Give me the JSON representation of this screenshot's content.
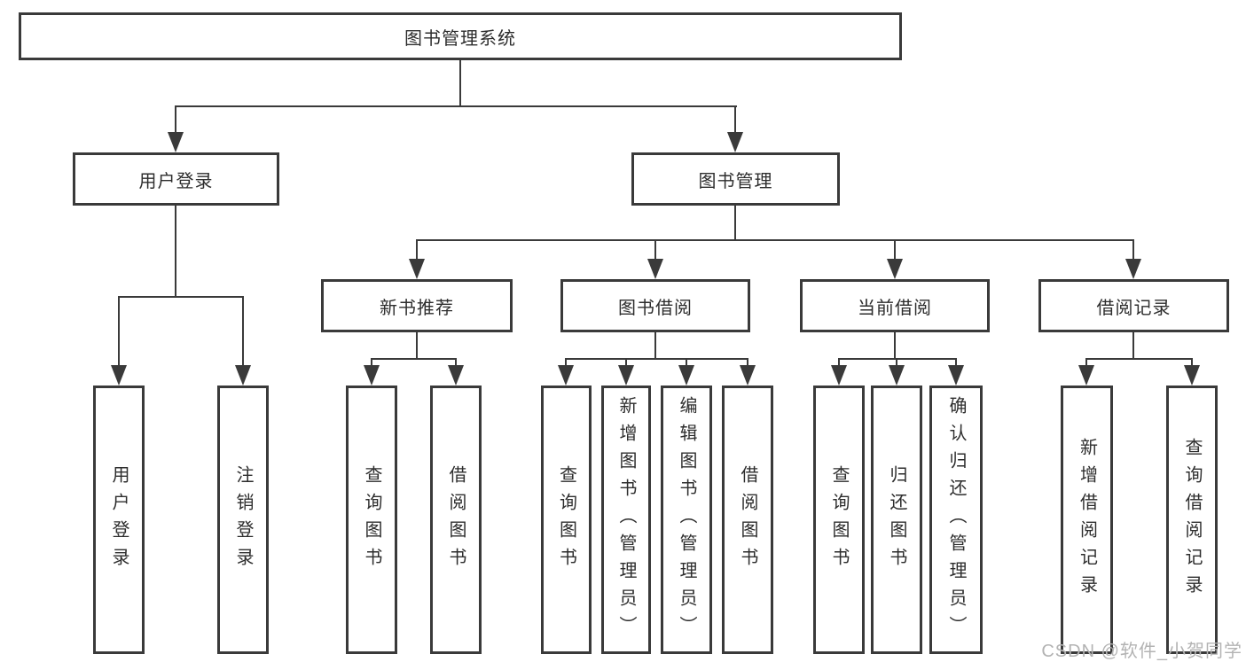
{
  "root": {
    "label": "图书管理系统",
    "children": [
      {
        "label": "用户登录",
        "children": [
          {
            "label": "用户登录"
          },
          {
            "label": "注销登录"
          }
        ]
      },
      {
        "label": "图书管理",
        "children": [
          {
            "label": "新书推荐",
            "children": [
              {
                "label": "查询图书"
              },
              {
                "label": "借阅图书"
              }
            ]
          },
          {
            "label": "图书借阅",
            "children": [
              {
                "label": "查询图书"
              },
              {
                "label": "新增图书（管理员）"
              },
              {
                "label": "编辑图书（管理员）"
              },
              {
                "label": "借阅图书"
              }
            ]
          },
          {
            "label": "当前借阅",
            "children": [
              {
                "label": "查询图书"
              },
              {
                "label": "归还图书"
              },
              {
                "label": "确认归还（管理员）"
              }
            ]
          },
          {
            "label": "借阅记录",
            "children": [
              {
                "label": "新增借阅记录"
              },
              {
                "label": "查询借阅记录"
              }
            ]
          }
        ]
      }
    ]
  },
  "watermark": {
    "text": "CSDN @软件_小贺同学"
  },
  "colors": {
    "line": "#3a3a3a",
    "text": "#2d2d2d",
    "background": "#ffffff",
    "watermark": "#b3b3b3"
  }
}
